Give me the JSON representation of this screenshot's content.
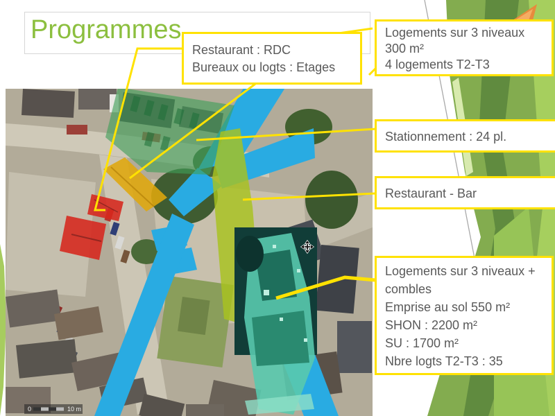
{
  "slide": {
    "title": "Programmes"
  },
  "colors": {
    "title_green": "#8cbf3f",
    "accent_yellow": "#ffe202",
    "text_gray": "#595959",
    "map_blue": "#29abe2",
    "overlay_green": "#3f9e58",
    "overlay_gold": "#dfa70c",
    "overlay_red": "#d7271d",
    "overlay_chartreuse": "#a8c21e",
    "overlay_teal": "#59c9ae",
    "theme_green": "#83ac4f",
    "theme_orange": "#e78b3d"
  },
  "callouts": {
    "restaurant_rdc": {
      "line1": "Restaurant : RDC",
      "line2": "Bureaux ou logts : Etages"
    },
    "logements_3_niveaux": {
      "line1": "Logements sur 3 niveaux",
      "line2": "300 m²",
      "line3": "4 logements T2-T3"
    },
    "stationnement": {
      "line1": "Stationnement : 24 pl."
    },
    "restaurant_bar": {
      "line1": "Restaurant - Bar"
    },
    "logements_combles": {
      "line1": "Logements sur 3 niveaux + combles",
      "line2": "Emprise au sol 550 m²",
      "line3": "SHON : 2200 m²",
      "line4": "SU : 1700 m²",
      "line5": "Nbre logts T2-T3 : 35"
    }
  },
  "map": {
    "scale_zero": "0",
    "scale_label": "10 m"
  }
}
